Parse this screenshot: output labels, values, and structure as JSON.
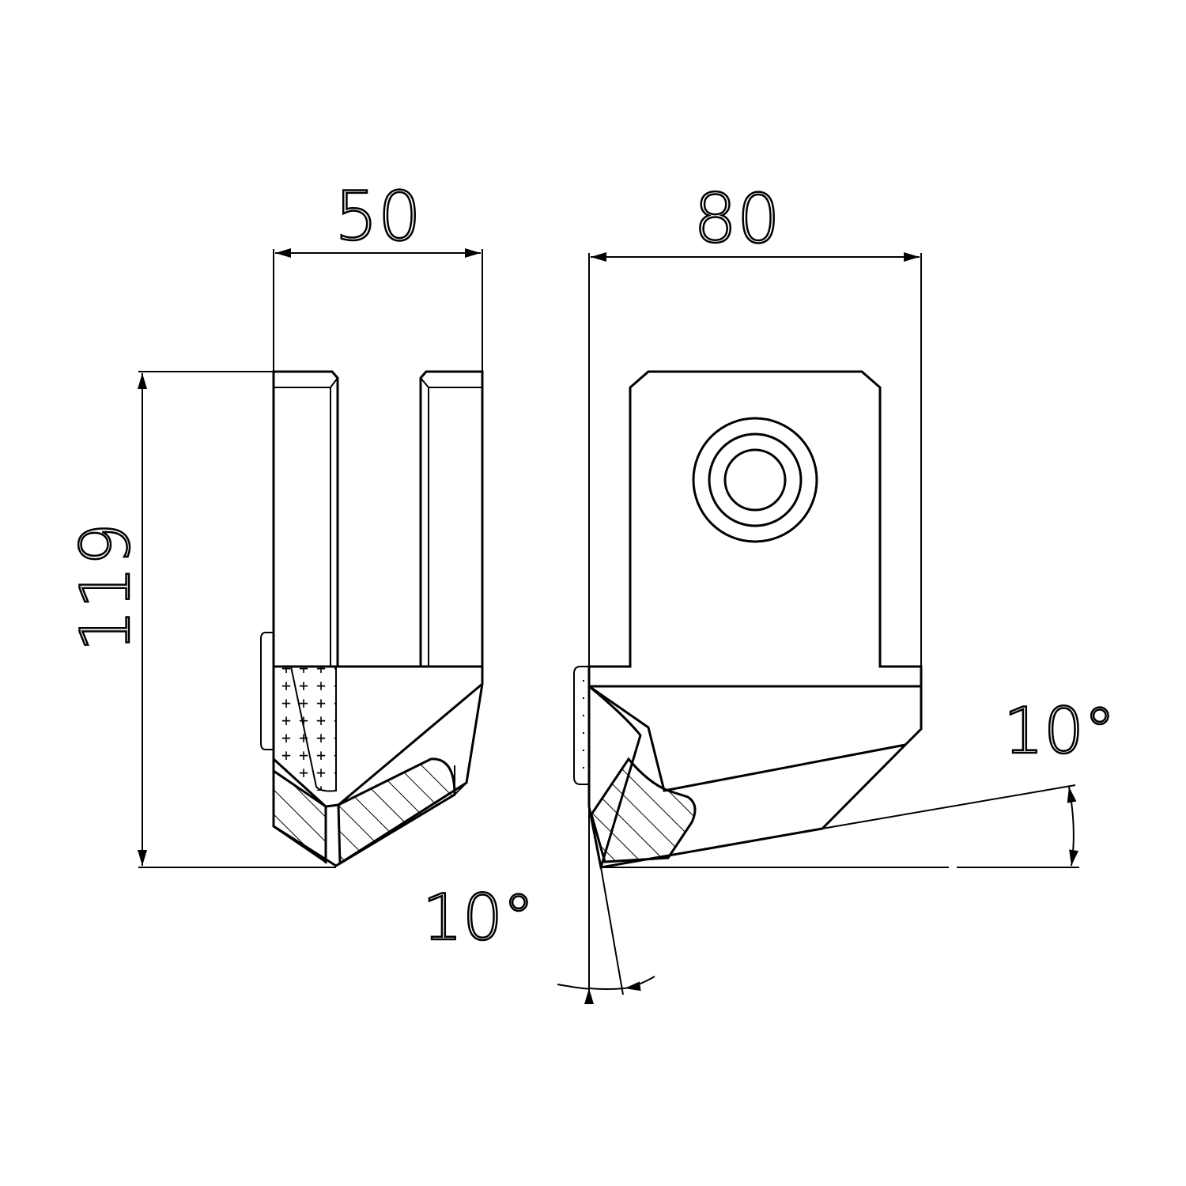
{
  "dimensions": {
    "width_front": "50",
    "width_side": "80",
    "height": "119",
    "angle_bottom": "10°",
    "angle_right": "10°"
  },
  "colors": {
    "line": "#000000",
    "background": "#ffffff"
  }
}
